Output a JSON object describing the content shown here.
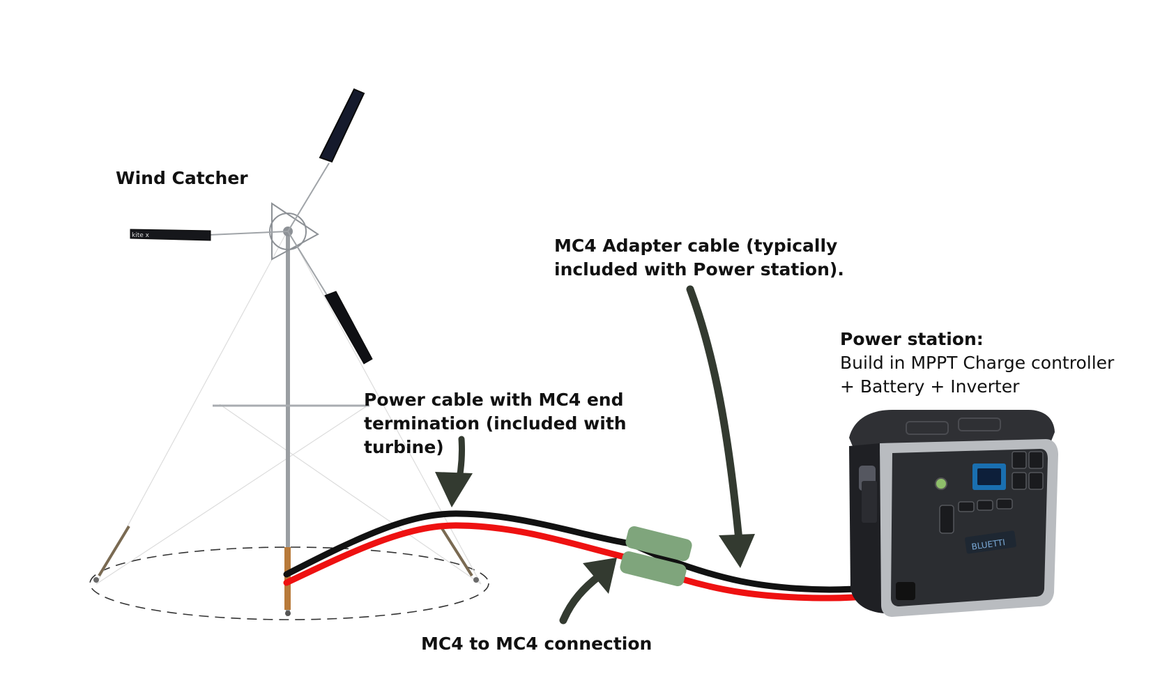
{
  "labels": {
    "wind_catcher": "Wind Catcher",
    "power_cable": [
      "Power cable with MC4 end",
      "termination (included with",
      "turbine)"
    ],
    "adapter_cable": [
      "MC4 Adapter cable (typically",
      "included with Power station)."
    ],
    "power_station_title": "Power station:",
    "power_station_lines": [
      "Build in MPPT Charge controller",
      "+ Battery + Inverter"
    ],
    "mc4_connection": "MC4 to MC4 connection"
  },
  "branding": {
    "blade_logo": "kite x",
    "station_brand": "BLUETTI"
  },
  "colors": {
    "cable_red": "#ee1111",
    "cable_black": "#111111",
    "connector": "#7fa57c",
    "arrow": "#333a30",
    "station_body": "#2b2d31",
    "station_frame": "#b9bcc0"
  }
}
